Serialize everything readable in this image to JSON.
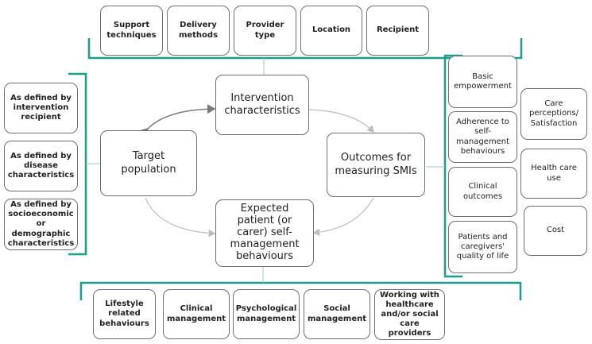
{
  "top_row": [
    "Support\ntechniques",
    "Delivery\nmethods",
    "Provider\ntype",
    "Location",
    "Recipient"
  ],
  "left_column": [
    "As defined by\nintervention\nrecipient",
    "As defined by\ndisease\ncharacteristics",
    "As defined by\nsocioeconomic\nor demographic\ncharacteristics"
  ],
  "center": {
    "intervention": "Intervention\ncharacteristics",
    "target": "Target\npopulation",
    "outcomes": "Outcomes for\nmeasuring SMIs",
    "expected": "Expected\npatient (or\ncarer) self-\nmanagement\nbehaviours"
  },
  "right_column_a": [
    "Basic\nempowerment",
    "Adherence to\nself-\nmanagement\nbehaviours",
    "Clinical\noutcomes",
    "Patients and\ncaregivers'\nquality of life"
  ],
  "right_column_b": [
    "Care\nperceptions/\nSatisfaction",
    "Health care\nuse",
    "Cost"
  ],
  "bottom_row": [
    "Lifestyle\nrelated\nbehaviours",
    "Clinical\nmanagement",
    "Psychological\nmanagement",
    "Social\nmanagement",
    "Working with\nhealthcare\nand/or social\ncare providers"
  ],
  "colors": {
    "bracket": "#1e9c8e",
    "connector": "#9fc6d6",
    "arrow": "#bdbdbd",
    "arrow_dark": "#7a7a7a",
    "border": "#6f6f6f"
  }
}
